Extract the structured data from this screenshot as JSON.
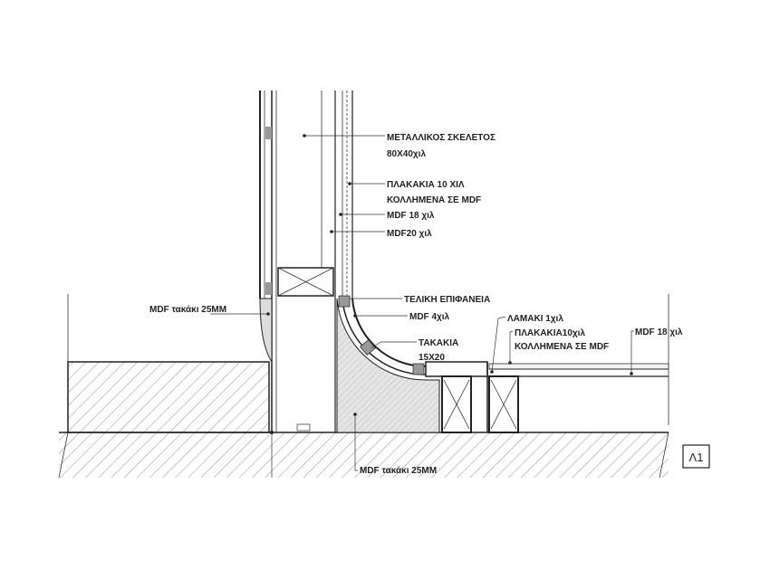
{
  "drawing": {
    "labels": {
      "metal_frame_1": "ΜΕΤΑΛΛΙΚΟΣ ΣΚΕΛΕΤΟΣ",
      "metal_frame_2": "80Χ40χιλ",
      "wall_tiles_1": "ΠΛΑΚΑΚΙΑ 10 ΧΙΛ",
      "wall_tiles_2": "ΚΟΛΛΗΜΕΝΑ ΣΕ MDF",
      "wall_mdf18": "MDF 18 χιλ",
      "wall_mdf20": "MDF20 χιλ",
      "final_surface": "ΤΕΛΙΚΗ ΕΠΙΦΑΝΕΙΑ",
      "mdf4": "MDF 4χιλ",
      "blocks_1": "ΤΑΚΑΚΙΑ",
      "blocks_2": "15Χ20",
      "strip": "ΛΑΜΑΚΙ 1χιλ",
      "floor_tiles_1": "ΠΛΑΚΑΚΙΑ10χιλ",
      "floor_tiles_2": "ΚΟΛΛΗΜΕΝΑ ΣΕ MDF",
      "floor_mdf18": "MDF 18 χιλ",
      "mdf_block_left": "MDF τακάκι 25MM",
      "mdf_block_bottom": "MDF τακάκι 25MM"
    },
    "detail_tag": "Λ1"
  }
}
